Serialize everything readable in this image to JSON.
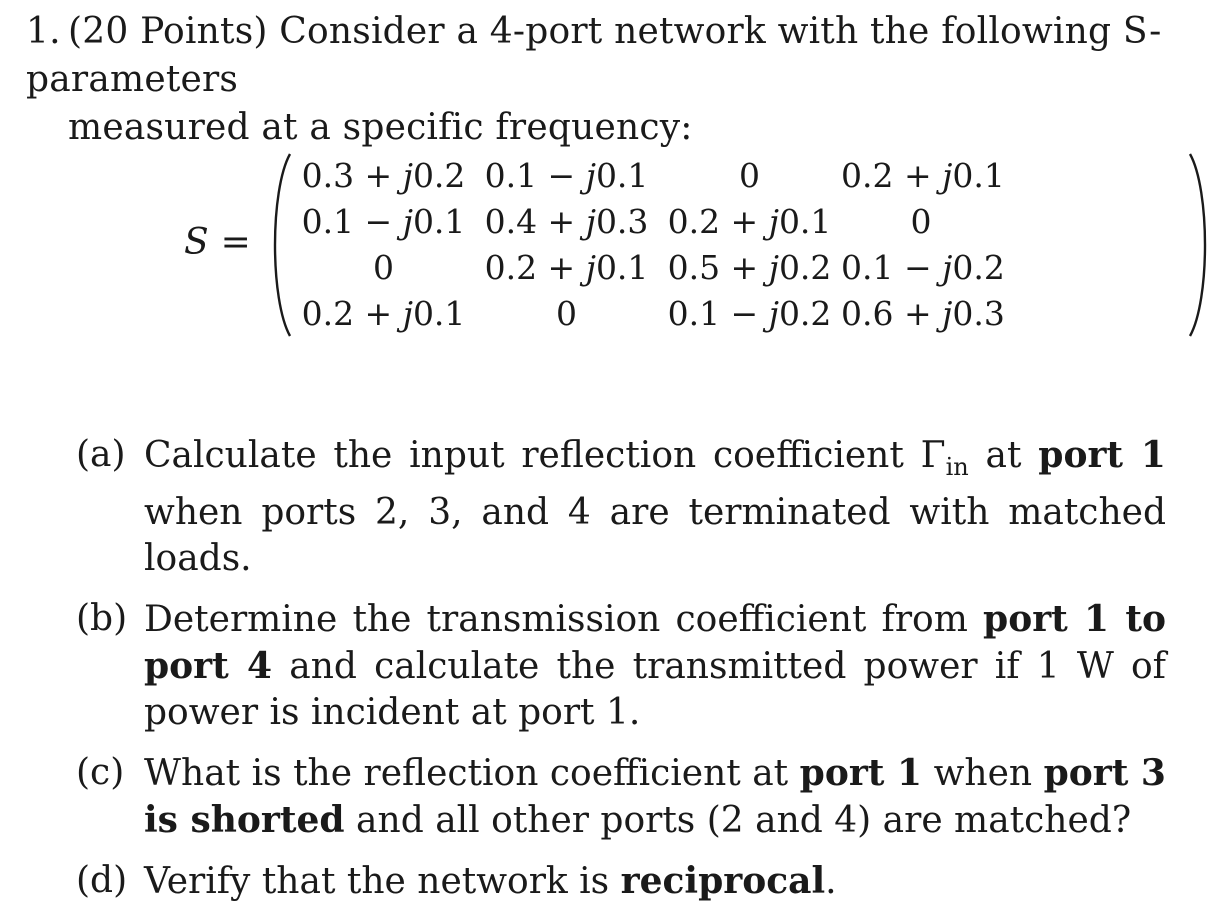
{
  "problem": {
    "number": "1.",
    "line1": "(20 Points) Consider a 4-port network with the following S-parameters",
    "line2": "measured at a specific frequency:"
  },
  "matrix": {
    "symbol": "S",
    "equals": "=",
    "rows": [
      [
        "0.3 + j0.2",
        "0.1 − j0.1",
        "0",
        "0.2 + j0.1"
      ],
      [
        "0.1 − j0.1",
        "0.4 + j0.3",
        "0.2 + j0.1",
        "0"
      ],
      [
        "0",
        "0.2 + j0.1",
        "0.5 + j0.2",
        "0.1 − j0.2"
      ],
      [
        "0.2 + j0.1",
        "0",
        "0.1 − j0.2",
        "0.6 + j0.3"
      ]
    ]
  },
  "parts": {
    "a": {
      "tag": "(a)",
      "t1": "Calculate the input reflection coefficient ",
      "gamma": "Γ",
      "gamma_sub": "in",
      "t2": " at ",
      "b1": "port 1",
      "t3": " when ports 2, 3, and 4 are terminated with matched loads."
    },
    "b": {
      "tag": "(b)",
      "t1": "Determine the transmission coefficient from ",
      "b1": "port 1 to port 4",
      "t2": " and calculate the transmitted power if 1 W of power is incident at port 1."
    },
    "c": {
      "tag": "(c)",
      "t1": "What is the reflection coefficient at ",
      "b1": "port 1",
      "t2": " when ",
      "b2": "port 3 is shorted",
      "t3": " and all other ports (2 and 4) are matched?"
    },
    "d": {
      "tag": "(d)",
      "t1": "Verify that the network is ",
      "b1": "reciprocal",
      "t2": "."
    }
  }
}
